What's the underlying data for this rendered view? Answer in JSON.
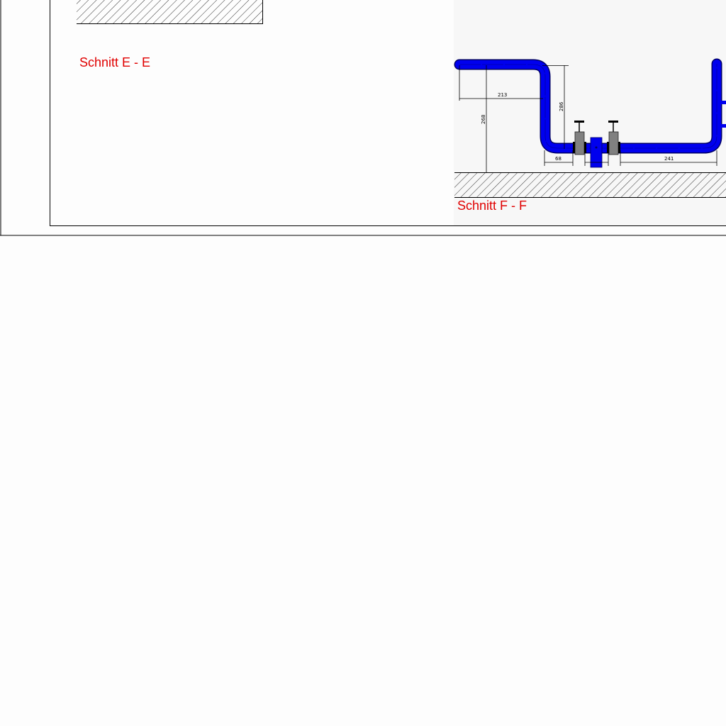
{
  "drawing": {
    "section_e_label": "Schnitt E - E",
    "section_f_label": "Schnitt F - F",
    "dimensions": {
      "horizontal_left": "213",
      "height_total": "268",
      "drop_height": "286",
      "offset_valve": "68",
      "run_right": "241"
    },
    "colors": {
      "pipe": "#0000ee",
      "label": "#e00000",
      "valve": "#808080"
    }
  }
}
